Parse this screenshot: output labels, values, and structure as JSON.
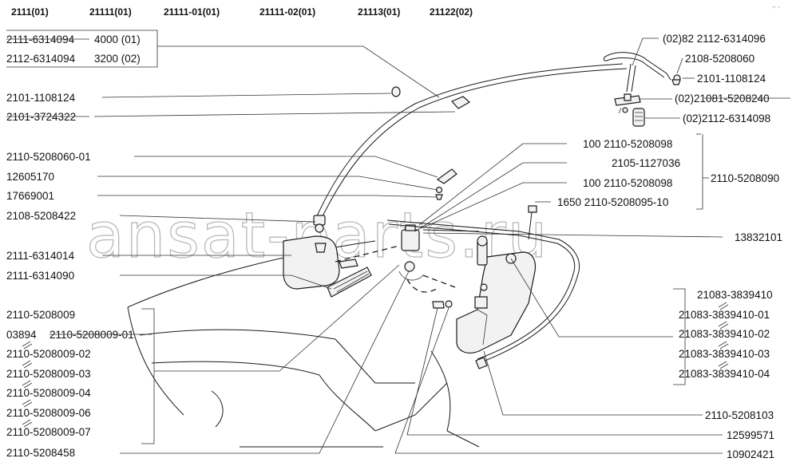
{
  "headers": [
    "2111(01)",
    "21111(01)",
    "21111-01(01)",
    "21111-02(01)",
    "21113(01)",
    "21122(02)"
  ],
  "watermark": "ansat-parts.ru",
  "labels": {
    "l1_a": "2111-6314094",
    "l1_b": "4000 (01)",
    "l2_a": "2112-6314094",
    "l2_b": "3200 (02)",
    "l3": "2101-1108124",
    "l4": "2101-3724322",
    "l5": "2110-5208060-01",
    "l6": "12605170",
    "l7": "17669001",
    "l8": "2108-5208422",
    "l9": "2111-6314014",
    "l10": "2111-6314090",
    "l11": "2110-5208009",
    "l12_a": "03894",
    "l12_b": "2110-5208009-01",
    "l13": "2110-5208009-02",
    "l14": "2110-5208009-03",
    "l15": "2110-5208009-04",
    "l16": "2110-5208009-06",
    "l17": "2110-5208009-07",
    "l18": "2110-5208458",
    "r1": "(02)82  2112-6314096",
    "r2": "2108-5208060",
    "r3": "2101-1108124",
    "r4": "(02)21081-5208240",
    "r5": "(02)2112-6314098",
    "c1": "100  2110-5208098",
    "c2": "2105-1127036",
    "c3": "100  2110-5208098",
    "c4": "1650  2110-5208095-10",
    "r6": "2110-5208090",
    "r7": "13832101",
    "r8": "21083-3839410",
    "r9": "21083-3839410-01",
    "r10": "21083-3839410-02",
    "r11": "21083-3839410-03",
    "r12": "21083-3839410-04",
    "r13": "2110-5208103",
    "r14": "12599571",
    "r15": "10902421"
  }
}
